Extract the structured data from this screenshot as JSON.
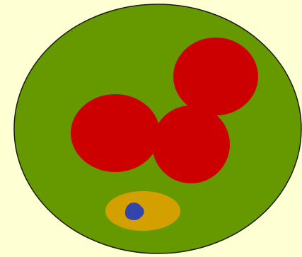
{
  "colors": {
    "background": "#ffffd4",
    "cell_body": "#669900",
    "outline": "#1a1a1a",
    "red_blobs": "#cc0000",
    "oval_body": "#d4a000",
    "inclusion": "#3344aa"
  },
  "shapes": [
    "large-green-circle",
    "red-circle-top-right",
    "red-circle-left",
    "red-circle-center",
    "orange-oval",
    "blue-inclusion"
  ]
}
